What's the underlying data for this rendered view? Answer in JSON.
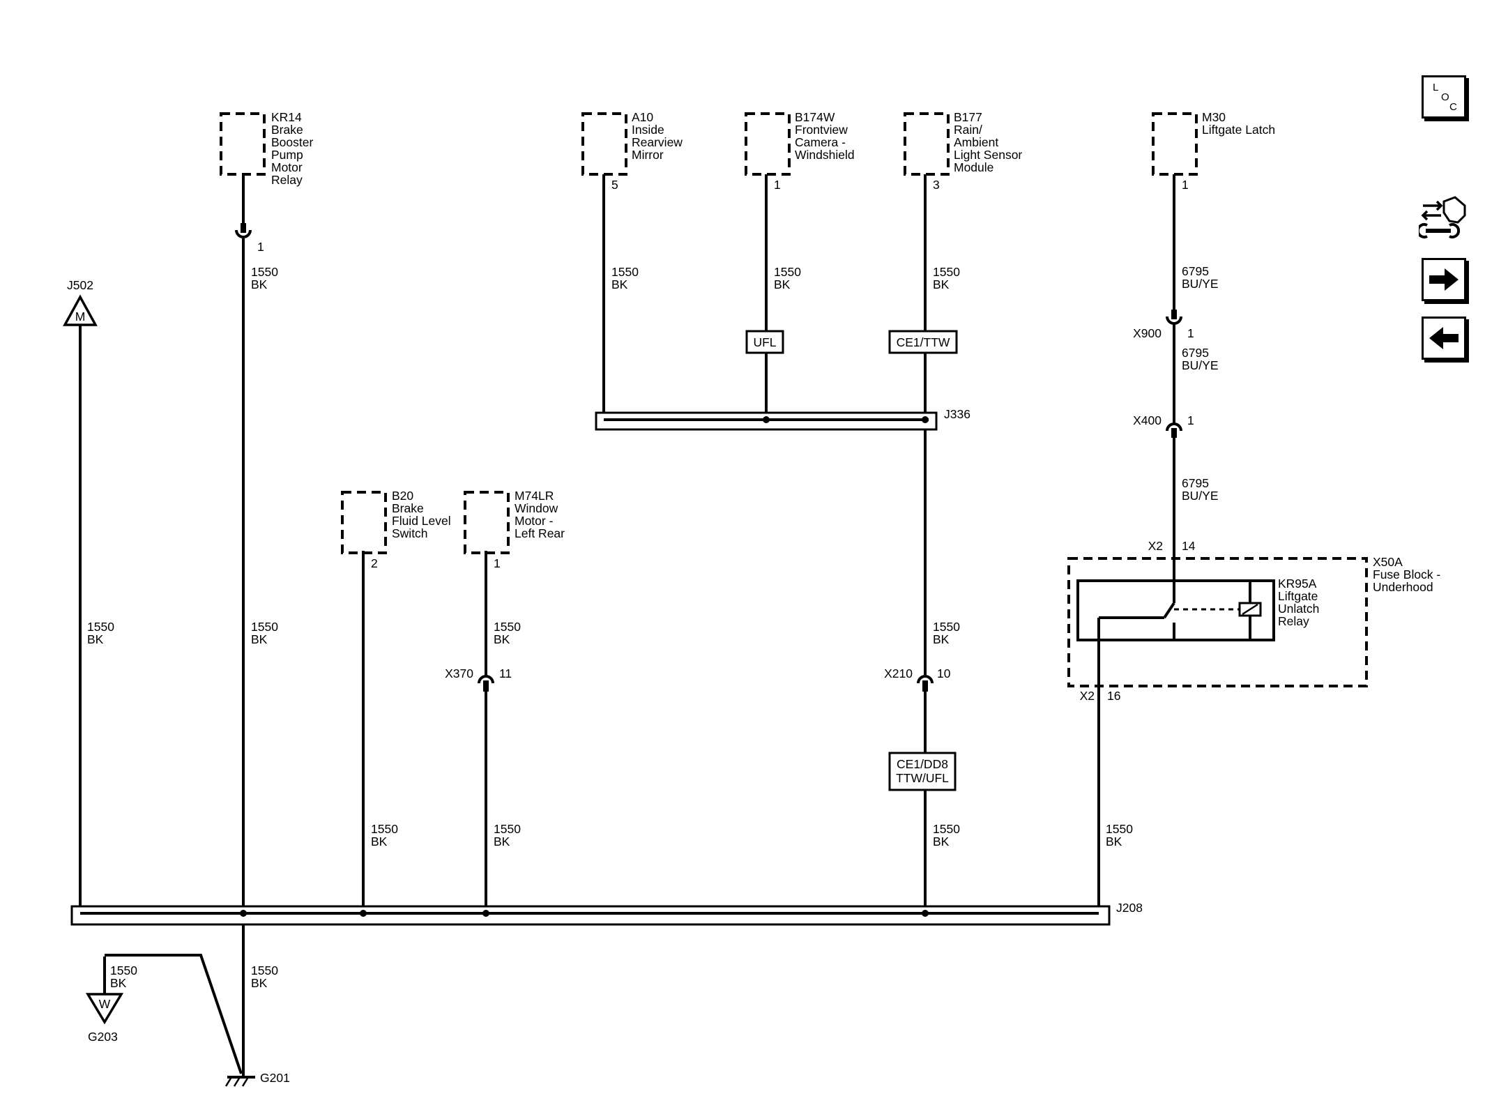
{
  "components": {
    "kr14": {
      "ref": "KR14",
      "lines": [
        "Brake",
        "Booster",
        "Pump",
        "Motor",
        "Relay"
      ]
    },
    "a10": {
      "ref": "A10",
      "lines": [
        "Inside",
        "Rearview",
        "Mirror"
      ]
    },
    "b174w": {
      "ref": "B174W",
      "lines": [
        "Frontview",
        "Camera -",
        "Windshield"
      ]
    },
    "b177": {
      "ref": "B177",
      "lines": [
        "Rain/",
        "Ambient",
        "Light Sensor",
        "Module"
      ]
    },
    "m30": {
      "ref": "M30",
      "lines": [
        "Liftgate Latch"
      ]
    },
    "b20": {
      "ref": "B20",
      "lines": [
        "Brake",
        "Fluid Level",
        "Switch"
      ]
    },
    "m74lr": {
      "ref": "M74LR",
      "lines": [
        "Window",
        "Motor -",
        "Left Rear"
      ]
    },
    "x50a": {
      "ref": "X50A",
      "lines": [
        "Fuse Block -",
        "Underhood"
      ]
    },
    "kr95a": {
      "ref": "KR95A",
      "lines": [
        "Liftgate",
        "Unlatch",
        "Relay"
      ]
    }
  },
  "pins": {
    "kr14": "1",
    "a10": "5",
    "b174w": "1",
    "b177": "3",
    "m30": "1",
    "b20": "2",
    "m74lr": "1",
    "x900": "1",
    "x400": "1",
    "x2_top": "14",
    "x2_bottom": "16",
    "x370": "11",
    "x210": "10"
  },
  "connectors": {
    "x900": "X900",
    "x400": "X400",
    "x2_top": "X2",
    "x2_bottom": "X2",
    "x370": "X370",
    "x210": "X210"
  },
  "splices": {
    "j336": "J336",
    "j208": "J208",
    "j502": "J502"
  },
  "grounds": {
    "g201": "G201",
    "g203": "G203"
  },
  "ground_marks": {
    "j502": "M",
    "g203": "W"
  },
  "options": {
    "ufl": "UFL",
    "ce1_ttw": "CE1/TTW",
    "ce1_dd8": [
      "CE1/DD8",
      "TTW/UFL"
    ]
  },
  "wire_labels": {
    "gauge_bk": "1550",
    "color_bk": "BK",
    "gauge_buye": "6795",
    "color_buye": "BU/YE"
  },
  "side_buttons": {
    "loc": [
      "L",
      "O",
      "C"
    ],
    "icons": [
      "routing-wrench-icon",
      "arrow-right-icon",
      "arrow-left-icon"
    ]
  }
}
